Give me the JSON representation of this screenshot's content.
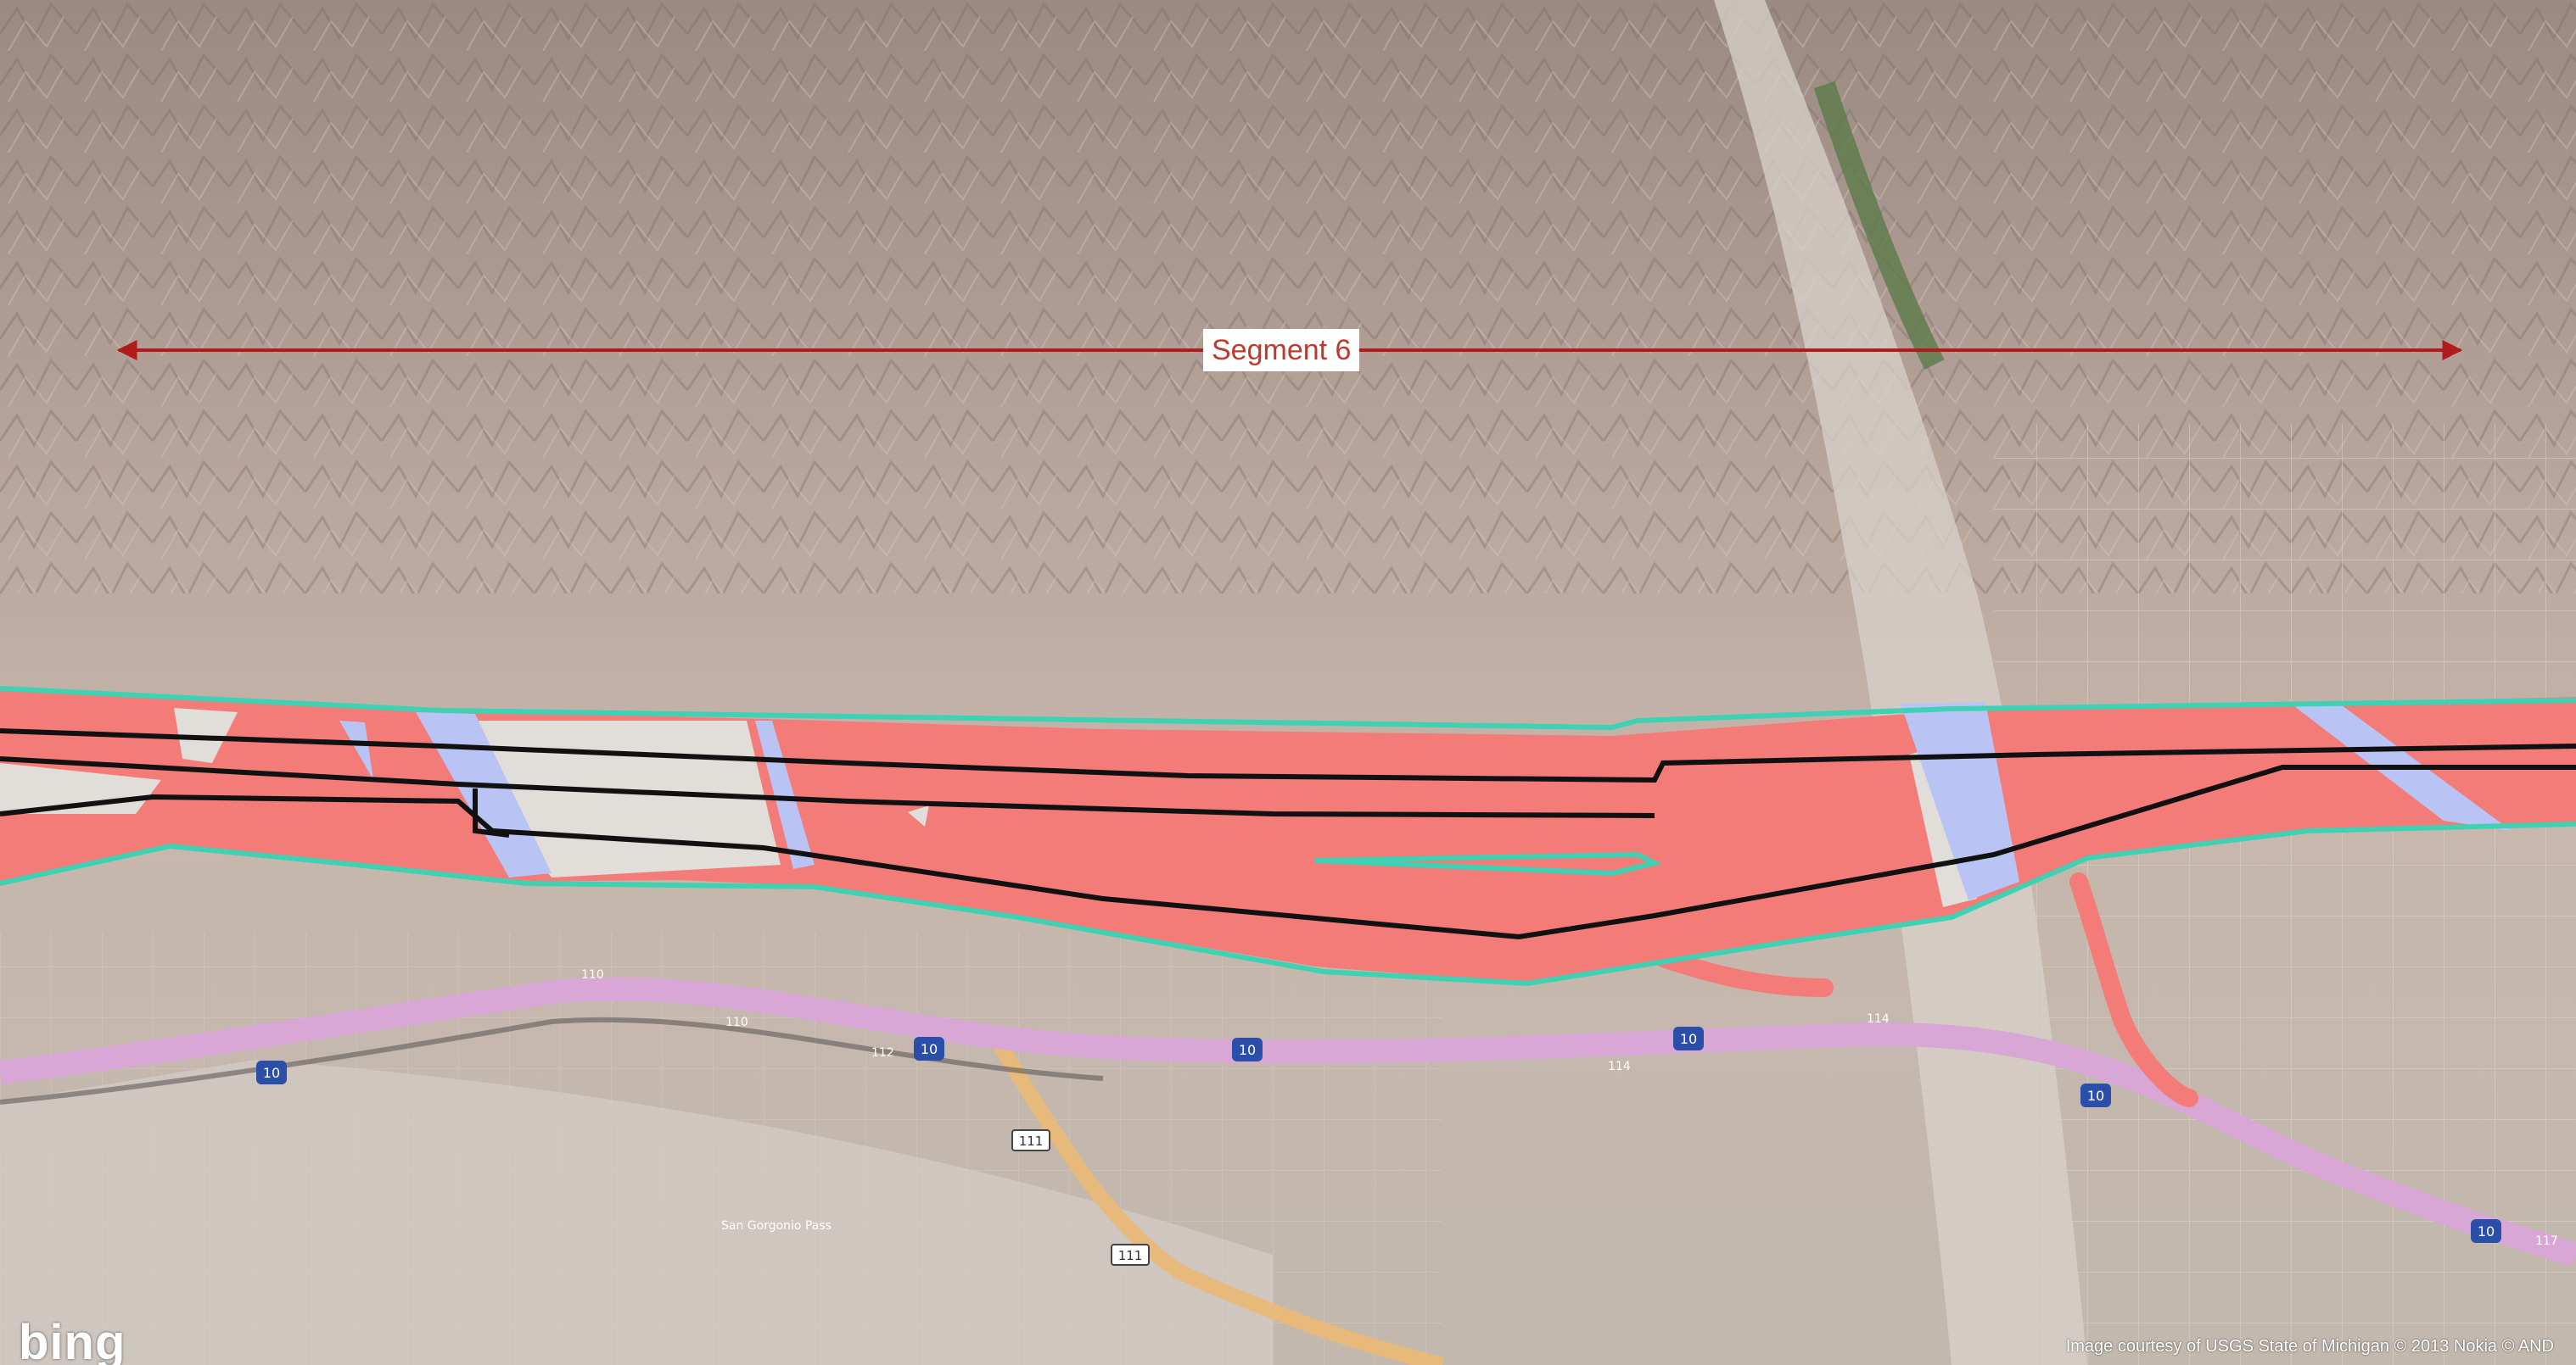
{
  "segment": {
    "label": "Segment 6"
  },
  "branding": {
    "logo_text": "bing"
  },
  "attribution": {
    "text": "Image courtesy of USGS State of Michigan © 2013 Nokia © AND"
  },
  "highways": {
    "interstate": {
      "number": "10",
      "color": "#d8a7d6"
    },
    "state_route": {
      "number": "111",
      "color": "#e7b97a"
    },
    "exit_markers": [
      "110",
      "112",
      "114",
      "117"
    ]
  },
  "place_labels": [
    "San Gorgonio Pass"
  ],
  "legend_colors": {
    "corridor": "#f37b78",
    "water_crossing": "#b9c4f5",
    "excluded_area": "#e1ddd8",
    "alignment": "#111111",
    "boundary": "#3fd1b4",
    "segment_arrow": "#b01b1b"
  }
}
